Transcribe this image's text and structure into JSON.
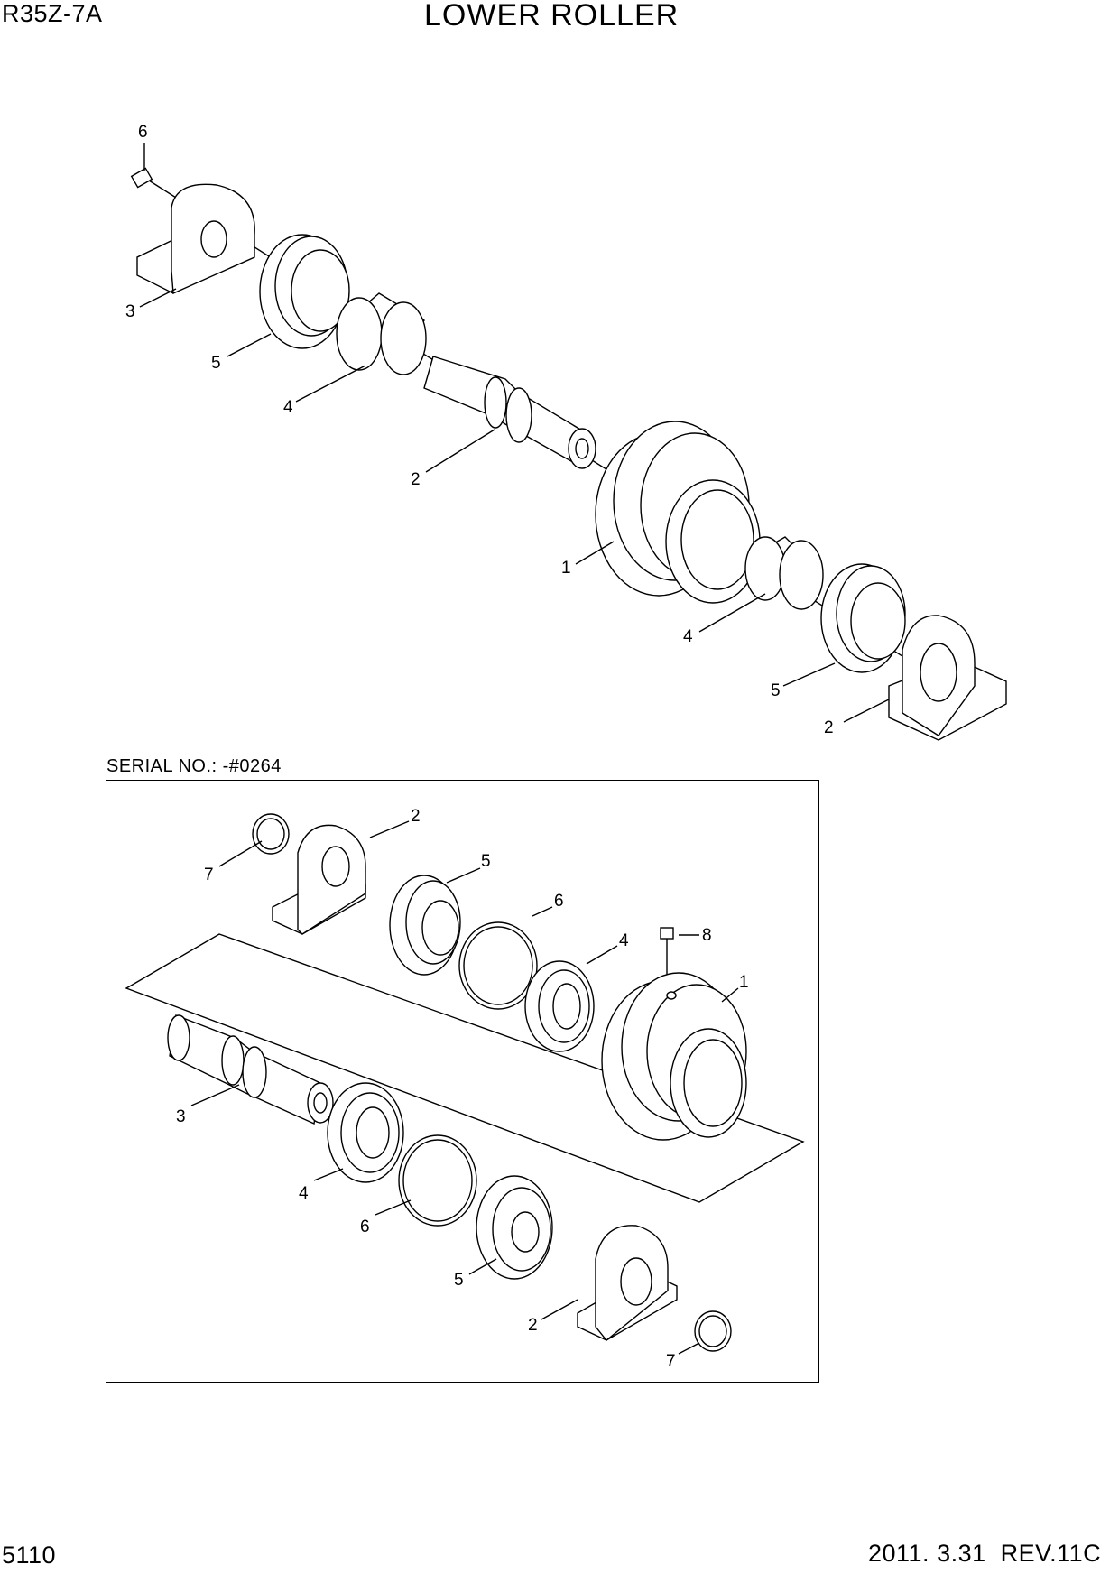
{
  "header": {
    "model": "R35Z-7A",
    "title": "LOWER ROLLER"
  },
  "footer": {
    "page_number": "5110",
    "revision": "2011. 3.31  REV.11C"
  },
  "inset": {
    "serial_label": "SERIAL NO.: -#0264"
  },
  "top_callouts": [
    "6",
    "3",
    "5",
    "4",
    "2",
    "1",
    "4",
    "5",
    "2"
  ],
  "inset_callouts": [
    "2",
    "7",
    "5",
    "6",
    "4",
    "8",
    "1",
    "3",
    "4",
    "6",
    "5",
    "2",
    "7"
  ]
}
